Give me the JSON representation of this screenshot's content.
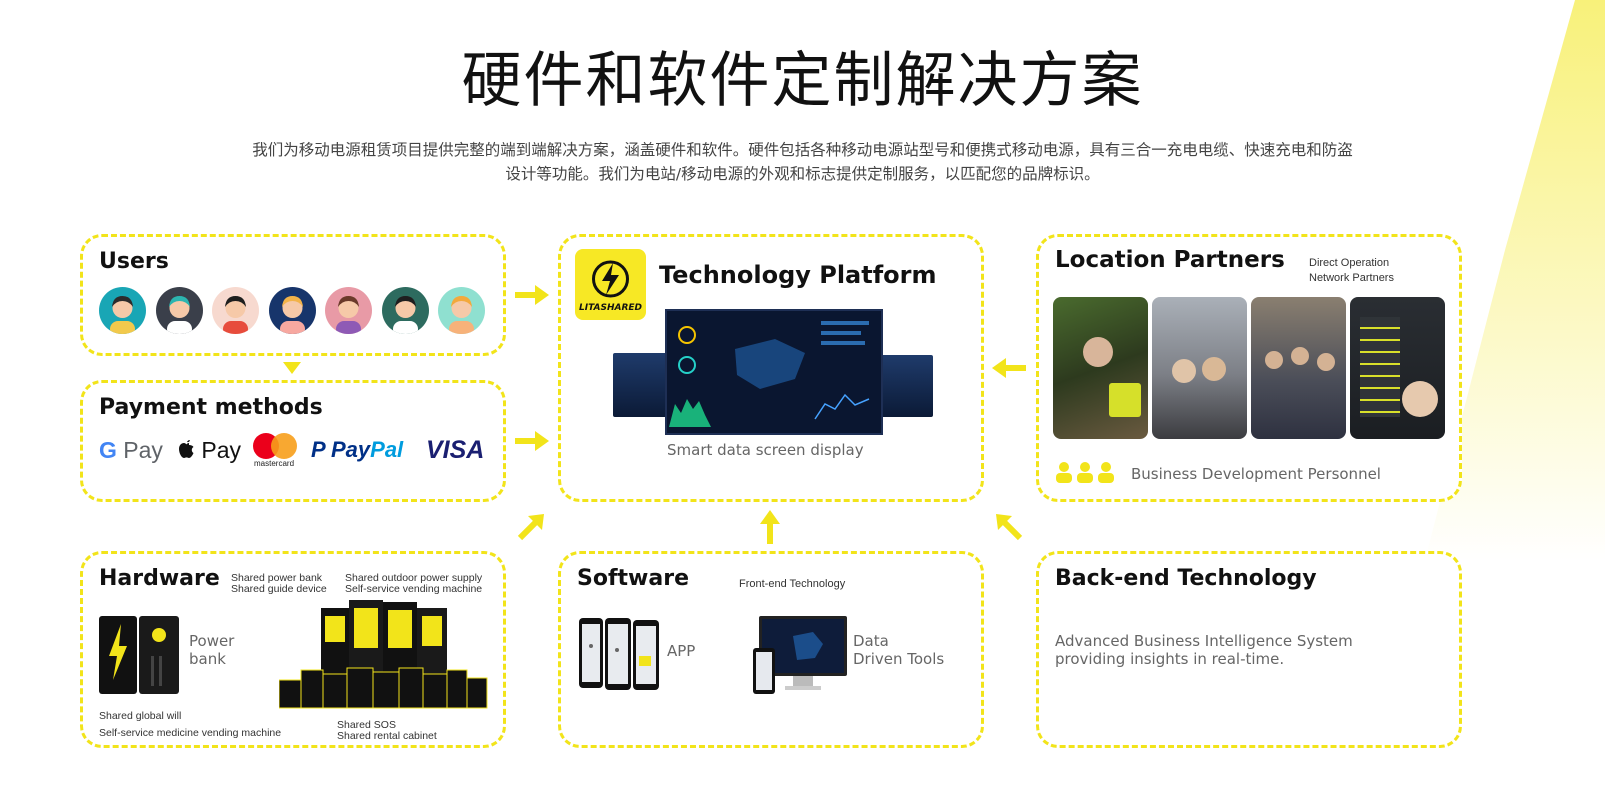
{
  "header": {
    "title": "硬件和软件定制解决方案",
    "description_line1": "我们为移动电源租赁项目提供完整的端到端解决方案，涵盖硬件和软件。硬件包括各种移动电源站型号和便携式移动电源，具有三合一充电电缆、快速充电和防盗",
    "description_line2": "设计等功能。我们为电站/移动电源的外观和标志提供定制服务，以匹配您的品牌标识。"
  },
  "users": {
    "title": "Users",
    "avatars": [
      "avatar-1-icon",
      "avatar-2-icon",
      "avatar-3-icon",
      "avatar-4-icon",
      "avatar-5-icon",
      "avatar-6-icon",
      "avatar-7-icon"
    ]
  },
  "payment": {
    "title": "Payment methods",
    "gpay": "G Pay",
    "applepay": "Pay",
    "mastercard": "mastercard",
    "paypal": "PayPal",
    "visa": "VISA"
  },
  "platform": {
    "title": "Technology Platform",
    "logo_text": "LITASHARED",
    "caption": "Smart data screen display"
  },
  "location": {
    "title": "Location Partners",
    "sub1": "Direct Operation",
    "sub2": "Network Partners",
    "bd": "Business Development Personnel"
  },
  "hardware": {
    "title": "Hardware",
    "label1": "Shared power bank",
    "label2": "Shared guide device",
    "label3": "Shared outdoor power supply",
    "label4": "Self-service vending machine",
    "power_bank_1": "Power",
    "power_bank_2": "bank",
    "label5": "Shared global will",
    "label6": "Self-service medicine vending machine",
    "label7": "Shared SOS",
    "label8": "Shared rental cabinet"
  },
  "software": {
    "title": "Software",
    "subtitle": "Front-end Technology",
    "app": "APP",
    "tools1": "Data",
    "tools2": "Driven Tools"
  },
  "backend": {
    "title": "Back-end Technology",
    "desc1": "Advanced Business Intelligence System",
    "desc2": "providing insights in real-time."
  },
  "colors": {
    "accent": "#f2e41a",
    "text": "#111111",
    "gray": "#666666"
  }
}
